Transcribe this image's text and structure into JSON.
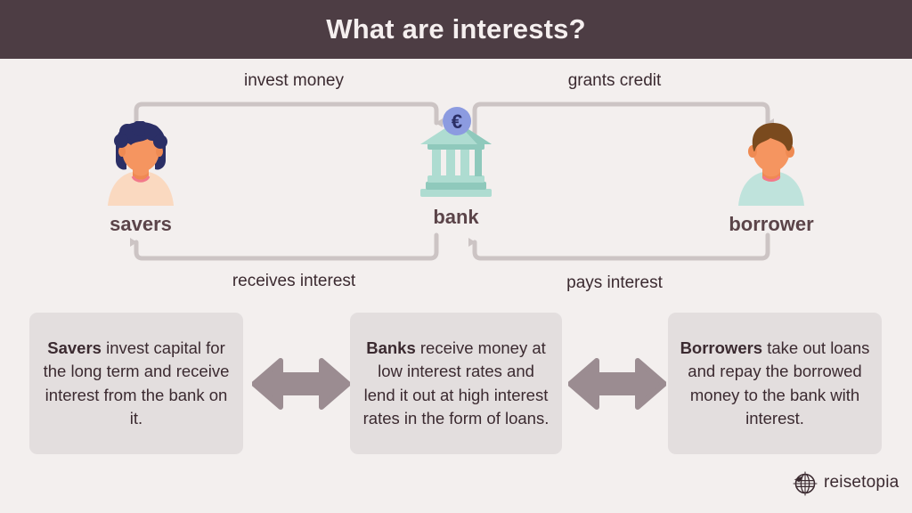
{
  "header": {
    "title": "What are interests?",
    "background_color": "#4D3D44",
    "text_color": "#F5EFEF"
  },
  "page": {
    "background_color": "#F3EFEE",
    "text_color": "#3B2A30"
  },
  "flow": {
    "connector_color": "#CCC4C4",
    "labels": {
      "invest_money": "invest money",
      "grants_credit": "grants credit",
      "receives_interest": "receives interest",
      "pays_interest": "pays interest"
    }
  },
  "actors": [
    {
      "id": "savers",
      "label": "savers",
      "icon": "woman-avatar-icon",
      "colors": {
        "hair": "#2B2F66",
        "skin": "#F59560",
        "shirt": "#FAD9C0"
      }
    },
    {
      "id": "bank",
      "label": "bank",
      "icon": "bank-building-icon",
      "colors": {
        "building": "#AEDCD1",
        "building_dark": "#8FC9BC",
        "coin": "#8C9BE0",
        "coin_symbol": "#2B2F66"
      },
      "coin_symbol": "€"
    },
    {
      "id": "borrower",
      "label": "borrower",
      "icon": "man-avatar-icon",
      "colors": {
        "hair": "#7A4A1E",
        "skin": "#F59560",
        "shirt": "#BFE3DC"
      }
    }
  ],
  "boxes": [
    {
      "id": "savers-box",
      "lead": "Savers",
      "rest": " invest capital for the long term and receive interest from the bank on it.",
      "background_color": "#E3DEDE"
    },
    {
      "id": "banks-box",
      "lead": "Banks",
      "rest": " receive money at low interest rates and lend it out at high interest rates in the form of loans.",
      "background_color": "#E3DEDE"
    },
    {
      "id": "borrowers-box",
      "lead": "Borrowers",
      "rest": " take out loans and repay the borrowed money to the bank with interest.",
      "background_color": "#E3DEDE"
    }
  ],
  "exchange_arrows": {
    "icon": "double-headed-arrow-icon",
    "color": "#9B8C91",
    "count": 2
  },
  "brand": {
    "name": "reisetopia",
    "icon": "globe-airplane-logo-icon",
    "color": "#3B2A30"
  }
}
